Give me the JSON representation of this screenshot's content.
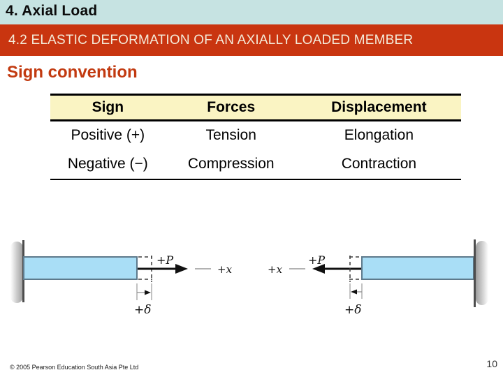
{
  "header": {
    "title": "4. Axial Load"
  },
  "banner": {
    "text": "4.2 ELASTIC DEFORMATION OF AN AXIALLY LOADED MEMBER"
  },
  "section": {
    "heading": "Sign convention"
  },
  "sign_table": {
    "headers": [
      "Sign",
      "Forces",
      "Displacement"
    ],
    "rows": [
      [
        "Positive (+)",
        "Tension",
        "Elongation"
      ],
      [
        "Negative (−)",
        "Compression",
        "Contraction"
      ]
    ]
  },
  "diagrams": {
    "left": {
      "force": "+P",
      "axis": "+x",
      "delta": "+δ"
    },
    "right": {
      "force": "+P",
      "axis": "+x",
      "delta": "+δ"
    }
  },
  "footer": {
    "copyright": "© 2005 Pearson Education South Asia Pte Ltd",
    "page": "10"
  },
  "colors": {
    "title_bar_bg": "#C6E3E2",
    "banner_bg": "#C93510",
    "banner_text": "#F4EAD8",
    "heading_text": "#C23A10",
    "table_header_bg": "#FAF4C3",
    "bar_fill": "#A9DEF6",
    "bar_stroke": "#5E7A8C"
  }
}
